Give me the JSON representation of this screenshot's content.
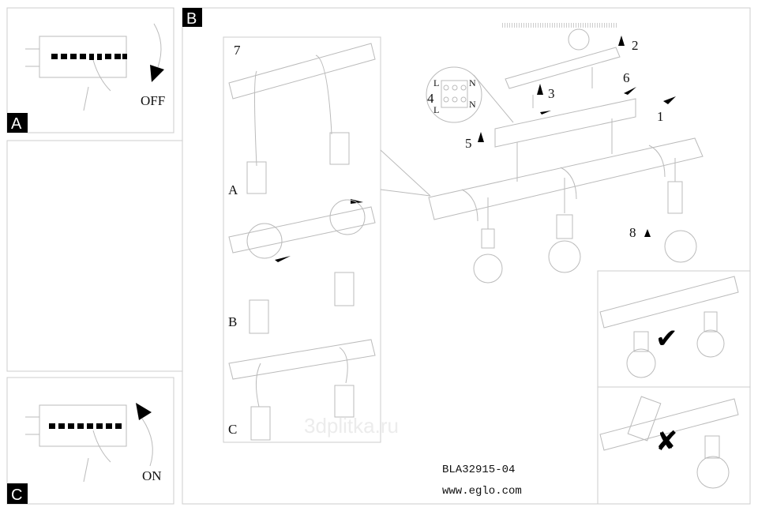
{
  "panels": {
    "a": {
      "label": "A",
      "state": "OFF"
    },
    "b": {
      "label": "B"
    },
    "c": {
      "label": "C",
      "state": "ON"
    }
  },
  "steps": {
    "s1": "1",
    "s2": "2",
    "s3": "3",
    "s4": "4",
    "s5": "5",
    "s6": "6",
    "s7": "7",
    "s8": "8"
  },
  "terminal": {
    "l_top": "L",
    "l_bottom": "L",
    "n_top": "N",
    "n_bottom": "N"
  },
  "variants": {
    "a": "A",
    "b": "B",
    "c": "C"
  },
  "marks": {
    "correct": "✔",
    "wrong": "✘"
  },
  "footer": {
    "model": "BLA32915-04",
    "website": "www.eglo.com"
  },
  "watermark": "3dplitka.ru"
}
